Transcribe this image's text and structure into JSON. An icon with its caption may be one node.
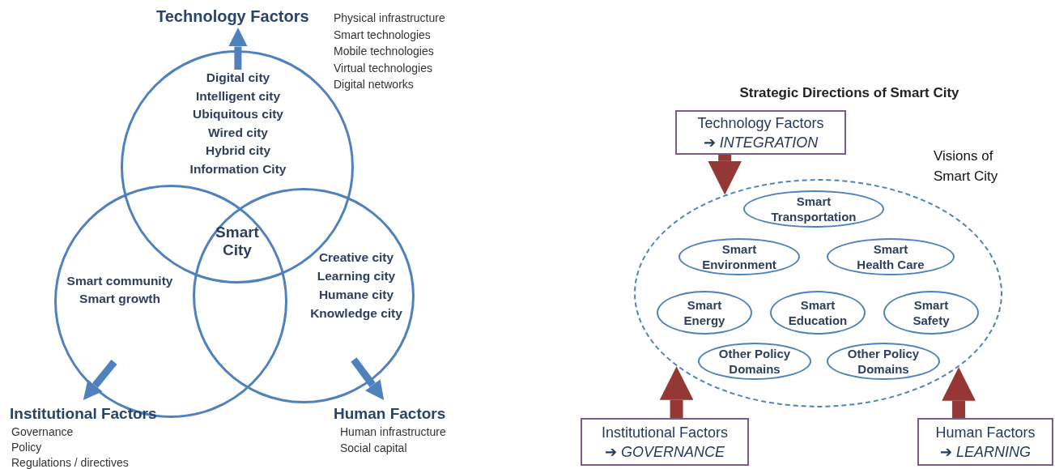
{
  "diagram": {
    "nodes": [
      {
        "text": [
          "Digital city",
          "Intelligent city",
          "Ubiquitous city",
          "Wired city",
          "Hybrid city",
          "Information City"
        ]
      },
      {
        "text": [
          "Smart community",
          "Smart growth"
        ]
      },
      {
        "text": [
          "Creative city",
          "Learning city",
          "Humane city",
          "Knowledge city"
        ]
      },
      {
        "text": [
          "Technology Factors"
        ],
        "beside": [
          "Physical infrastructure",
          "Smart technologies",
          "Mobile technologies",
          "Virtual technologies",
          "Digital networks"
        ]
      },
      {
        "text": [
          "Institutional Factors"
        ],
        "beside": [
          "Governance",
          "Policy",
          "Regulations / directives"
        ]
      },
      {
        "text": [
          "Human Factors"
        ],
        "beside": [
          "Human infrastructure",
          "Social capital"
        ]
      },
      {
        "text": [
          "Visions of Smart City"
        ]
      },
      {
        "text": [
          "Smart Transportation"
        ],
        "in": 6
      },
      {
        "text": [
          "Smart Environment"
        ],
        "in": 6
      },
      {
        "text": [
          "Smart Health Care"
        ],
        "in": 6
      },
      {
        "text": [
          "Smart Energy"
        ],
        "in": 6
      },
      {
        "text": [
          "Smart Education"
        ],
        "in": 6
      },
      {
        "text": [
          "Smart Safety"
        ],
        "in": 6
      },
      {
        "text": [
          "Other Policy Domains"
        ],
        "in": 6
      },
      {
        "text": [
          "Other Policy Domains"
        ],
        "in": 6
      },
      {
        "text": [
          "Technology Factors",
          "➔ *INTEGRATION*"
        ]
      },
      {
        "text": [
          "Institutional Factors",
          "➔ *GOVERNANCE*"
        ]
      },
      {
        "text": [
          "Human Factors",
          "➔ *LEARNING*"
        ]
      }
    ],
    "edges": [
      {
        "from": 0,
        "to": 3,
        "arrow": "to",
        "color": "#4f81bd"
      },
      {
        "from": 1,
        "to": 4,
        "arrow": "to",
        "color": "#4f81bd"
      },
      {
        "from": 2,
        "to": 5,
        "arrow": "to",
        "color": "#4f81bd"
      },
      {
        "from": 15,
        "to": 6,
        "arrow": "to",
        "color": "#953735"
      },
      {
        "from": 16,
        "to": 6,
        "arrow": "to",
        "color": "#953735"
      },
      {
        "from": 17,
        "to": 6,
        "arrow": "to",
        "color": "#953735"
      }
    ],
    "labels": [
      "Smart City",
      "Strategic Directions of Smart City"
    ]
  }
}
